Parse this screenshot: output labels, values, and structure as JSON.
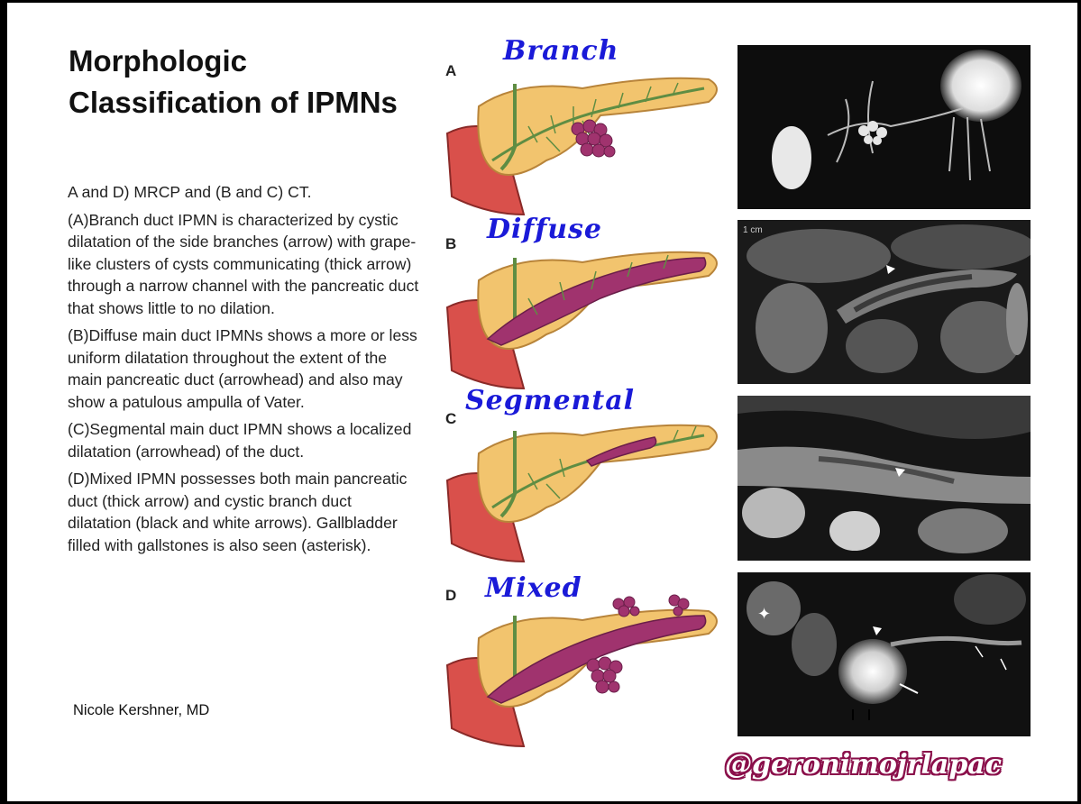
{
  "title": "Morphologic Classification of IPMNs",
  "paragraphs": [
    "A and D) MRCP and (B and C) CT.",
    "(A)Branch duct IPMN is characterized by cystic dilatation of the side branches (arrow) with grape-like clusters of cysts communicating (thick arrow) through a narrow channel with the pancreatic duct that shows little to no dilation.",
    "(B)Diffuse main duct IPMNs shows a more or less uniform dilatation throughout the extent of the main pancreatic duct (arrowhead) and also may show a patulous ampulla of Vater.",
    "(C)Segmental main duct IPMN shows a localized dilatation (arrowhead) of the duct.",
    "(D)Mixed IPMN possesses both main pancreatic duct (thick arrow) and cystic branch duct dilatation (black and white arrows). Gallbladder filled with gallstones is also seen (asterisk)."
  ],
  "author": "Nicole Kershner, MD",
  "panels": [
    {
      "letter": "A",
      "label": "Branch"
    },
    {
      "letter": "B",
      "label": "Diffuse"
    },
    {
      "letter": "C",
      "label": "Segmental"
    },
    {
      "letter": "D",
      "label": "Mixed"
    }
  ],
  "scan_b_scale_label": "1 cm",
  "watermark": "@geronimojrlapac",
  "colors": {
    "label_blue": "#1a1ad8",
    "pancreas": "#f2c46e",
    "duct_green": "#5f8d43",
    "duct_dilated": "#a0336e",
    "duodenum": "#d9504b",
    "watermark_outline": "#8a0f4a"
  }
}
